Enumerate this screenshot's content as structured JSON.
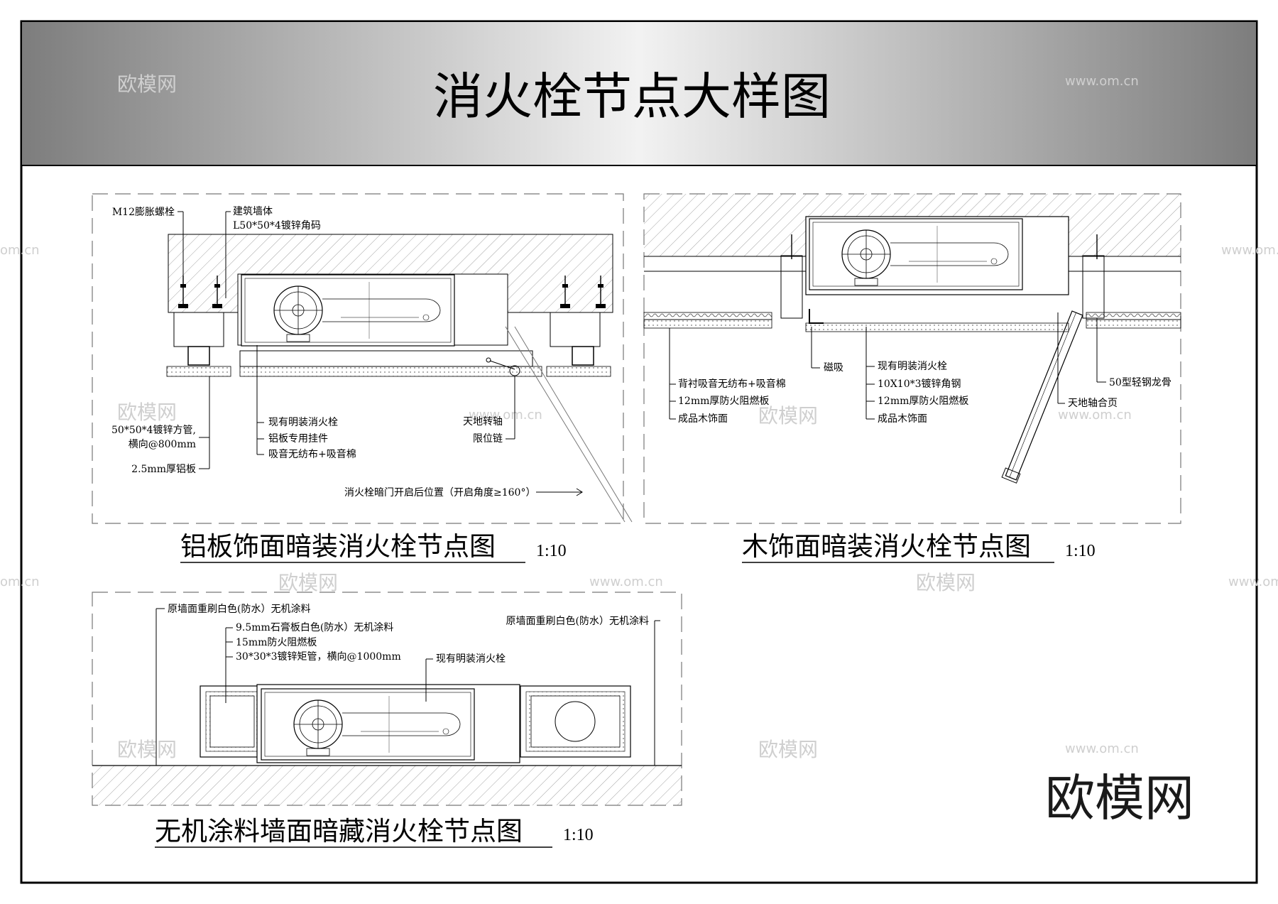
{
  "sheet_title": "消火栓节点大样图",
  "watermark": {
    "text": "欧模网",
    "url": "www.om.cn",
    "fragment": "om.cn",
    "logo": "欧模网"
  },
  "detail_a": {
    "title": "铝板饰面暗装消火栓节点图",
    "scale": "1:10",
    "labels": {
      "bolt": "M12膨胀螺栓",
      "wall": "建筑墙体",
      "angle": "L50*50*4镀锌角码",
      "tube": "50*50*4镀锌方管,",
      "tube_spacing": "横向@800mm",
      "panel": "2.5mm厚铝板",
      "hydrant": "现有明装消火栓",
      "hanger": "铝板专用挂件",
      "acoustic": "吸音无纺布+吸音棉",
      "pivot": "天地转轴",
      "chain": "限位链",
      "door_open": "消火栓暗门开启后位置（开启角度≥160°）"
    }
  },
  "detail_b": {
    "title": "木饰面暗装消火栓节点图",
    "scale": "1:10",
    "labels": {
      "backing": "背衬吸音无纺布+吸音棉",
      "board12": "12mm厚防火阻燃板",
      "wood": "成品木饰面",
      "magnet": "磁吸",
      "hydrant": "现有明装消火栓",
      "angle": "10X10*3镀锌角钢",
      "board12b": "12mm厚防火阻燃板",
      "wood_b": "成品木饰面",
      "keel": "50型轻钢龙骨",
      "hinge": "天地轴合页"
    }
  },
  "detail_c": {
    "title": "无机涂料墙面暗藏消火栓节点图",
    "scale": "1:10",
    "labels": {
      "orig_left": "原墙面重刷白色(防水）无机涂料",
      "gypsum": "9.5mm石膏板白色(防水）无机涂料",
      "board15": "15mm防火阻燃板",
      "tube": "30*30*3镀锌矩管，横向@1000mm",
      "hydrant": "现有明装消火栓",
      "orig_right": "原墙面重刷白色(防水）无机涂料"
    }
  }
}
